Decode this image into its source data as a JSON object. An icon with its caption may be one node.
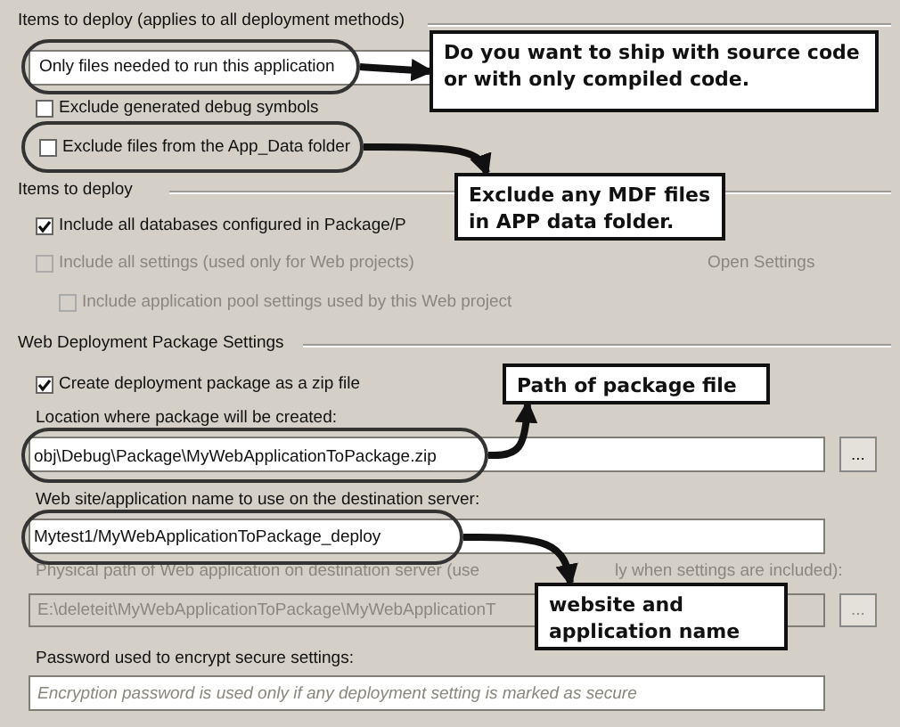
{
  "diagram": {
    "nodes": [
      {
        "text": [
          "Only files needed to run this application"
        ]
      },
      {
        "text": [
          "Do you want to ship with source code or with only compiled code."
        ]
      },
      {
        "text": [
          "Exclude files from the App_Data folder"
        ]
      },
      {
        "text": [
          "Exclude any MDF files in APP data folder."
        ]
      },
      {
        "text": [
          "obj\\Debug\\Package\\MyWebApplicationToPackage.zip"
        ]
      },
      {
        "text": [
          "Path of package file"
        ]
      },
      {
        "text": [
          "Mytest1/MyWebApplicationToPackage_deploy"
        ]
      },
      {
        "text": [
          "website and application name"
        ]
      }
    ],
    "edges": [
      {
        "from": 0,
        "to": 1,
        "arrow": "to"
      },
      {
        "from": 2,
        "to": 3,
        "arrow": "to"
      },
      {
        "from": 4,
        "to": 5,
        "arrow": "to"
      },
      {
        "from": 6,
        "to": 7,
        "arrow": "to"
      }
    ],
    "labels": [
      "Items to deploy (applies to all deployment methods)",
      "Exclude generated debug symbols",
      "Items to deploy",
      "Include all databases configured in Package/P",
      "Include all settings (used only for Web projects)",
      "Open Settings",
      "Include application pool settings used by this Web project",
      "Web Deployment Package Settings",
      "Create deployment package as a zip file",
      "Location where package will be created:",
      "...",
      "Web site/application name to use on the destination server:",
      "Physical path of Web application on destination server (use",
      "ly when settings are included):",
      "E:\\deleteit\\MyWebApplicationToPackage\\MyWebApplicationT",
      "...",
      "Password used to encrypt secure settings:",
      "Encryption password is used only if any deployment setting is marked as secure"
    ]
  }
}
